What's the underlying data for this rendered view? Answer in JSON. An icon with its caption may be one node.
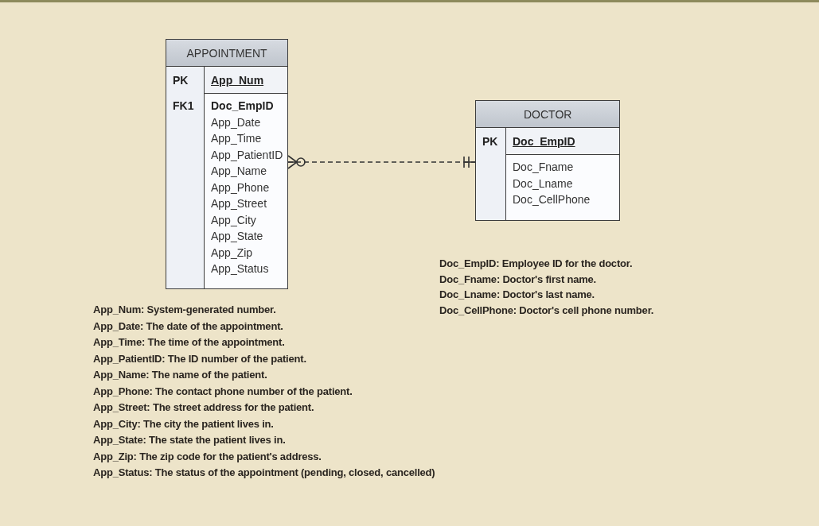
{
  "diagram": {
    "nodes": [
      {
        "text": [
          "APPOINTMENT",
          "PK",
          "App_Num",
          "FK1",
          "Doc_EmpID",
          "App_Date",
          "App_Time",
          "App_PatientID",
          "App_Name",
          "App_Phone",
          "App_Street",
          "App_City",
          "App_State",
          "App_Zip",
          "App_Status"
        ]
      },
      {
        "text": [
          "DOCTOR",
          "PK",
          "Doc_EmpID",
          "Doc_Fname",
          "Doc_Lname",
          "Doc_CellPhone"
        ]
      }
    ],
    "edges": [
      {
        "from": 0,
        "to": 1,
        "arrow": "other",
        "style": "dashed"
      }
    ],
    "labels": [
      "Doc_EmpID: Employee ID for the doctor.",
      "Doc_Fname: Doctor's first name.",
      "Doc_Lname: Doctor's last name.",
      "Doc_CellPhone: Doctor's cell phone number.",
      "App_Num: System-generated number.",
      "App_Date: The date of the appointment.",
      "App_Time: The time of the appointment.",
      "App_PatientID: The ID number of the patient.",
      "App_Name: The name of the patient.",
      "App_Phone: The contact phone number of the patient.",
      "App_Street: The street address for the patient.",
      "App_City: The city the patient lives in.",
      "App_State: The state the patient lives in.",
      "App_Zip: The zip code for the patient's address.",
      "App_Status: The status of the appointment (pending, closed, cancelled)"
    ]
  }
}
